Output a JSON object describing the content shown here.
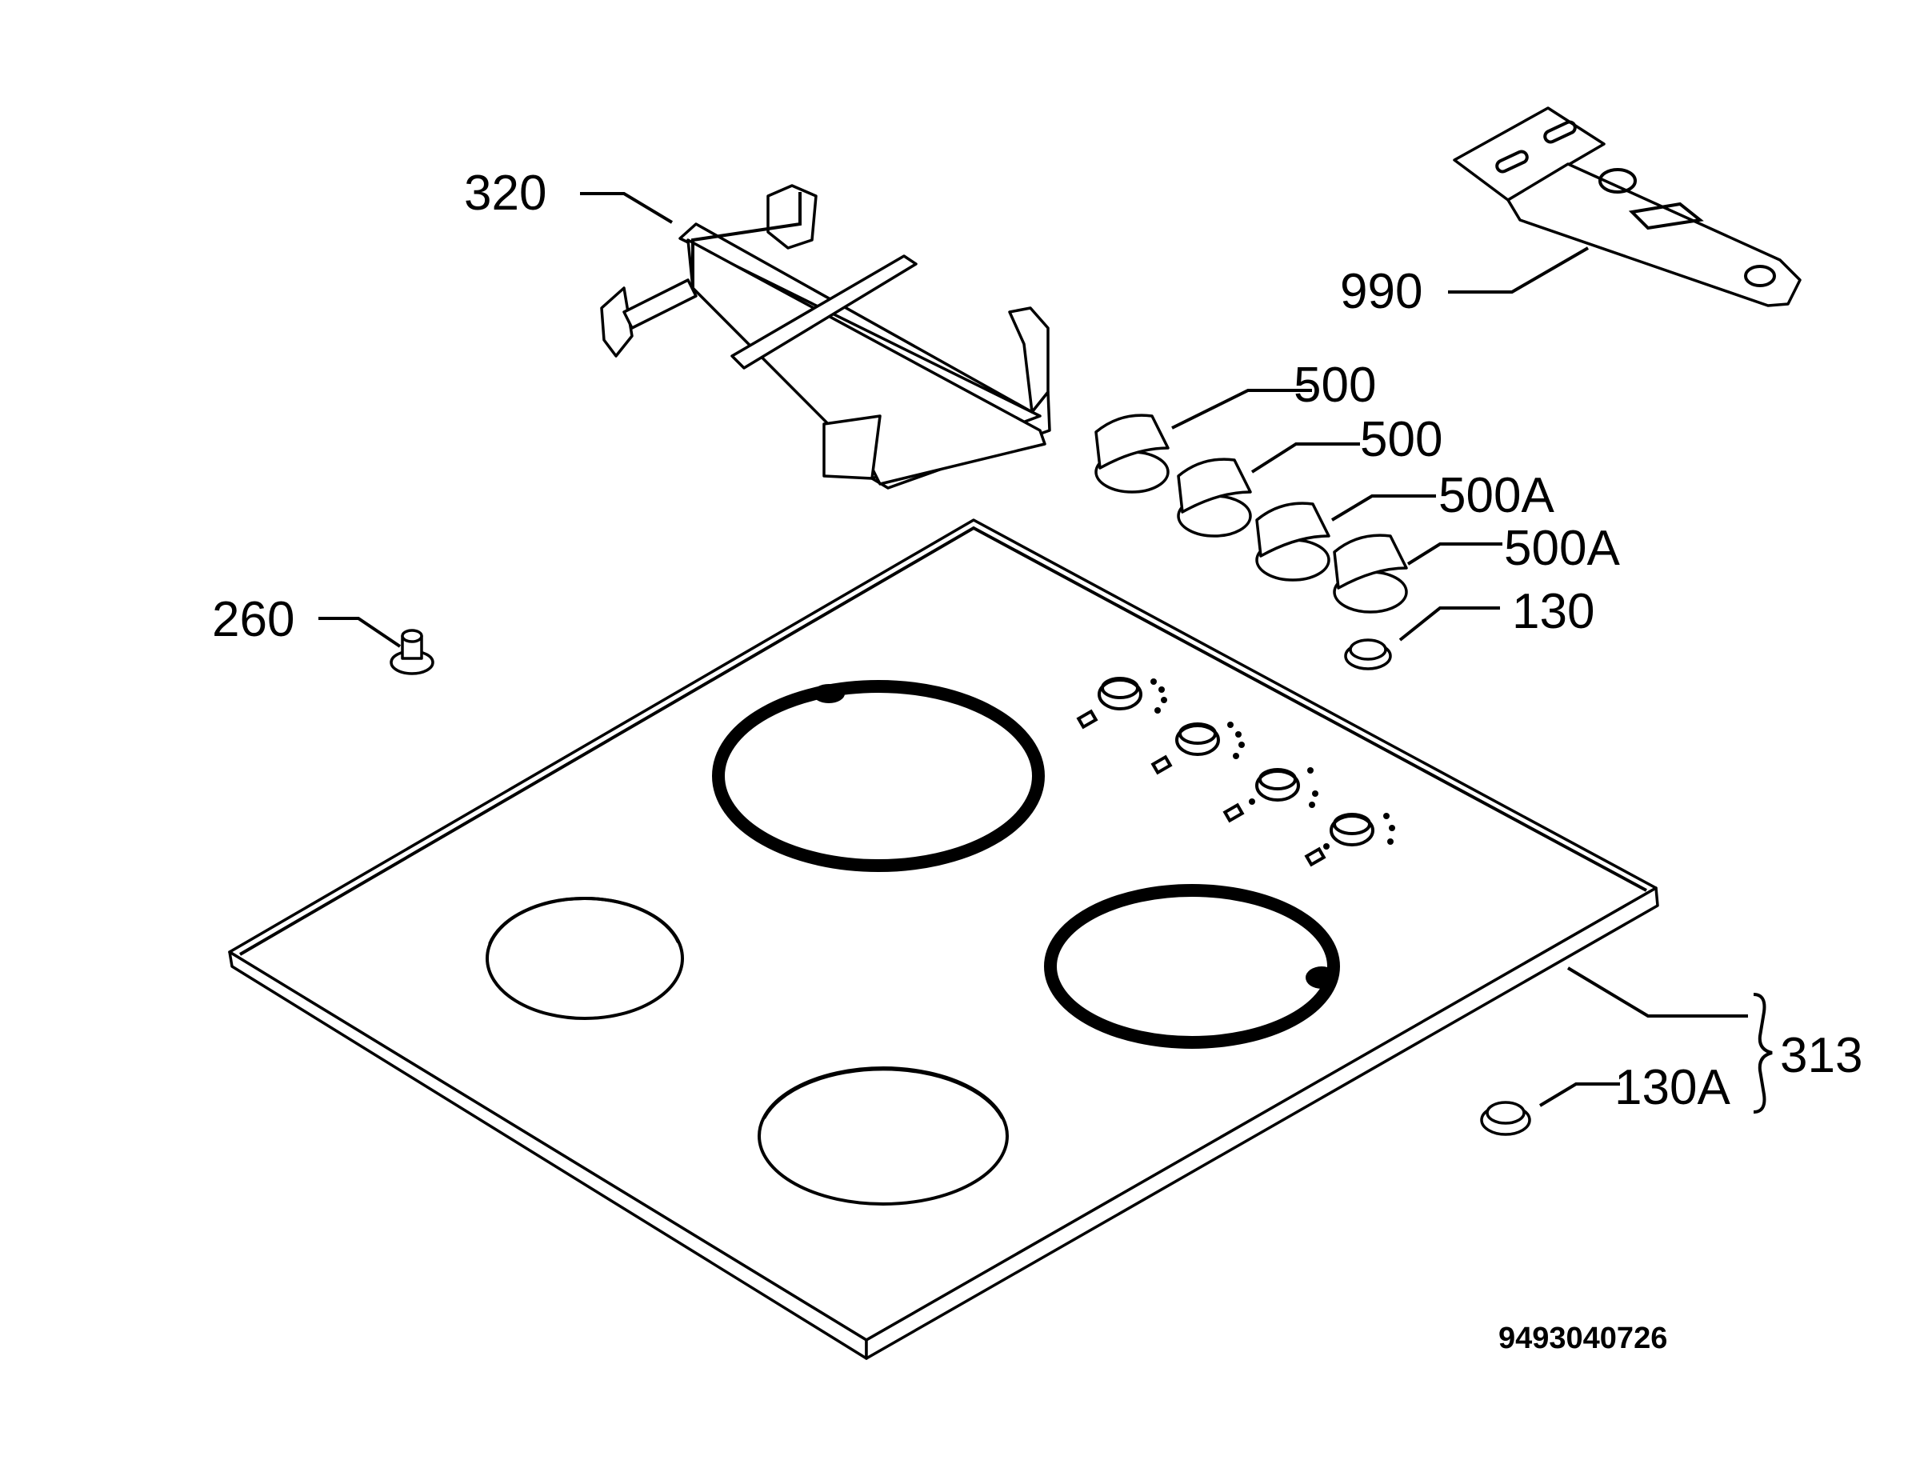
{
  "labels": {
    "grid": "320",
    "scraper": "990",
    "knob_1": "500",
    "knob_2": "500",
    "knob_3": "500A",
    "knob_4": "500A",
    "seal": "130",
    "screw": "260",
    "hob_assembly": "313",
    "seal_a": "130A"
  },
  "document_number": "9493040726"
}
